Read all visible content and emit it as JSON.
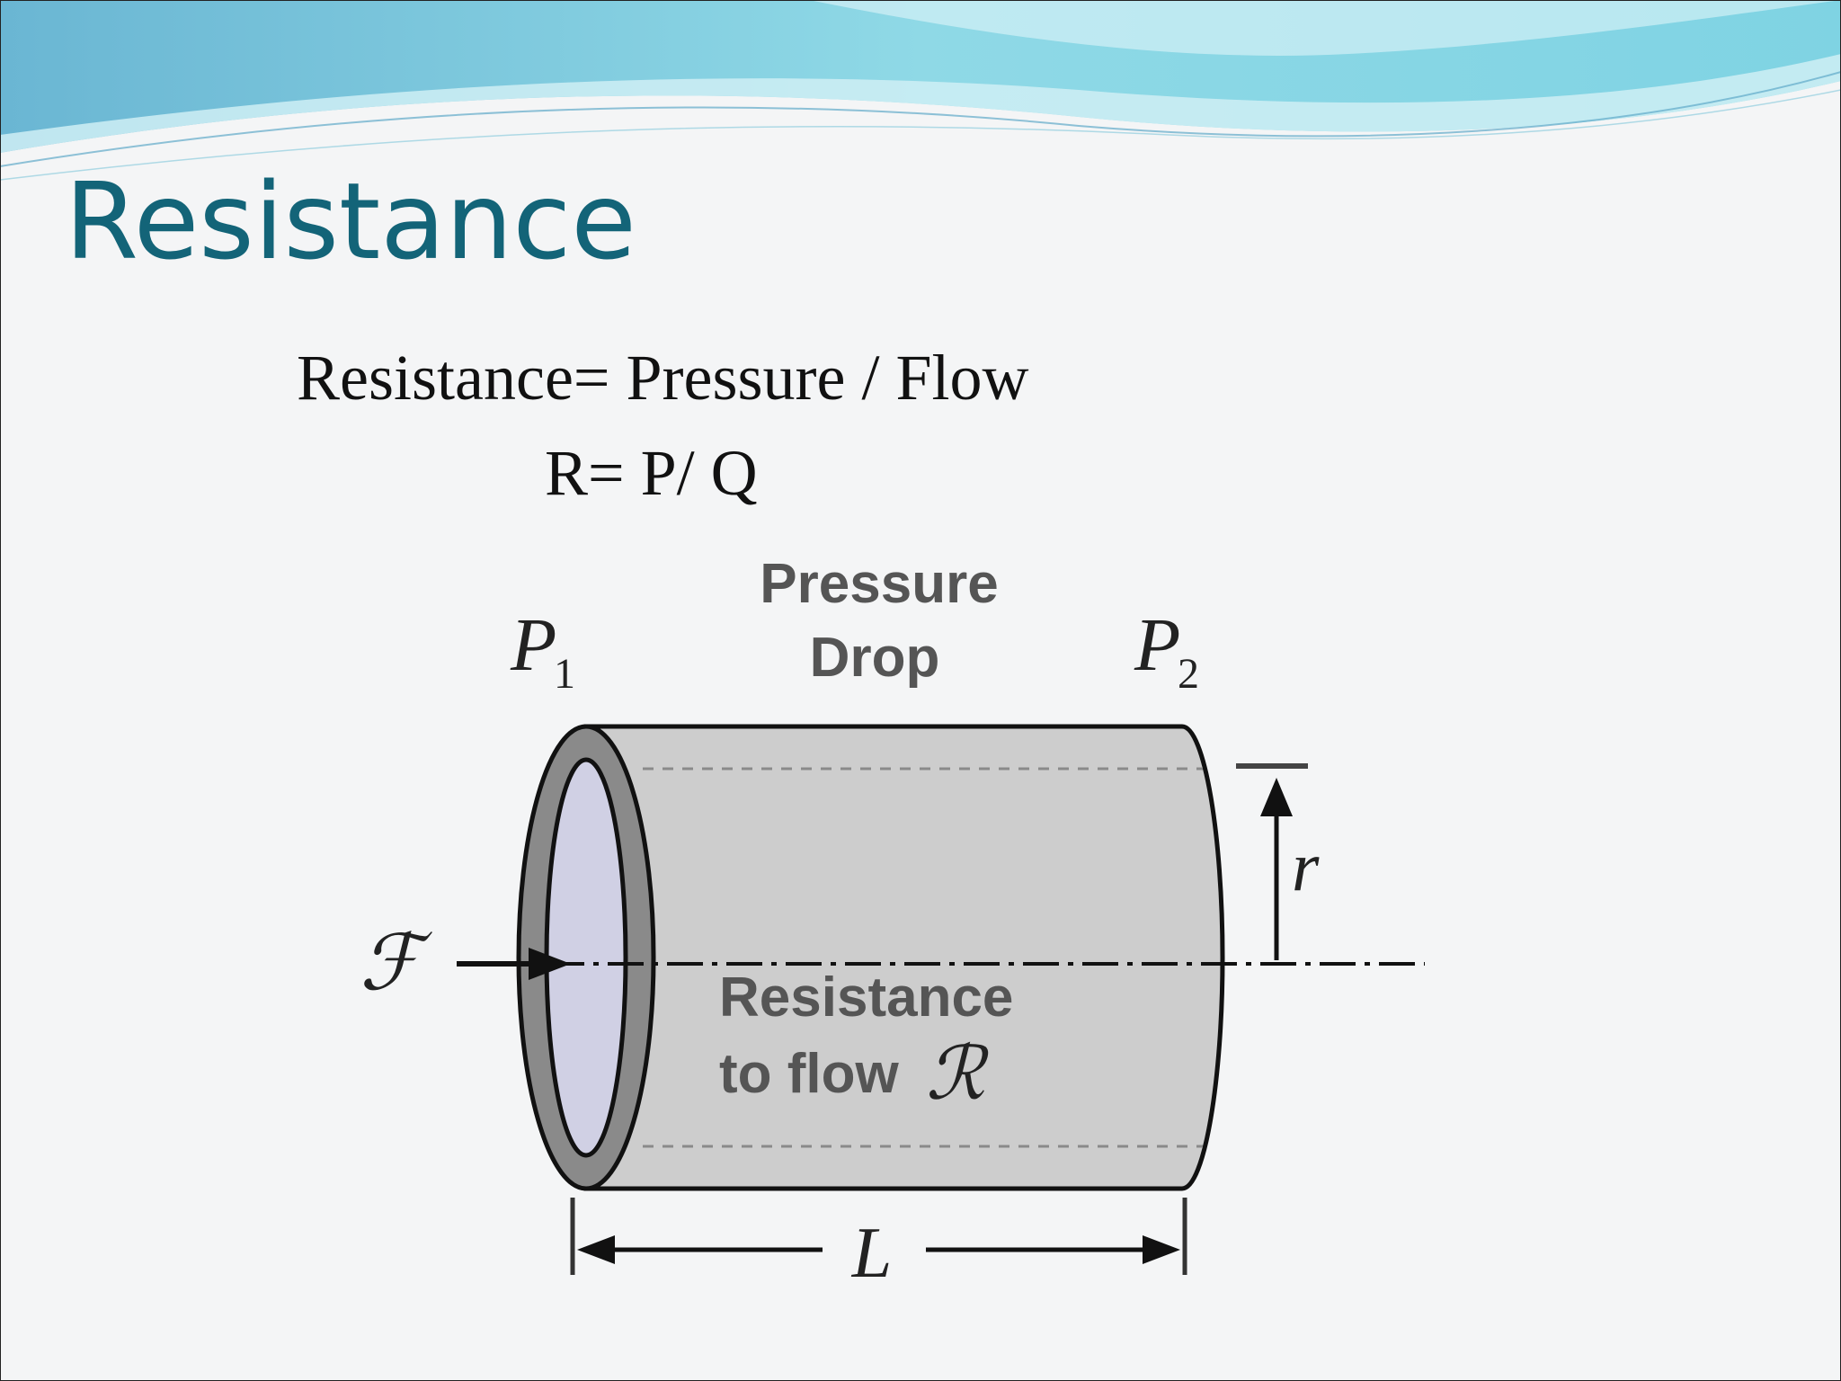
{
  "slide": {
    "title": "Resistance",
    "formula_words": "Resistance= Pressure / Flow",
    "formula_symbols": "R= P/ Q"
  },
  "diagram": {
    "pressure_label_line1": "Pressure",
    "pressure_label_line2": "Drop",
    "p1_symbol": "P",
    "p1_subscript": "1",
    "p2_symbol": "P",
    "p2_subscript": "2",
    "flow_symbol": "ℱ",
    "radius_symbol": "r",
    "resistance_label_line1": "Resistance",
    "resistance_label_line2": "to flow",
    "resistance_symbol": "ℛ",
    "length_symbol": "L"
  },
  "colors": {
    "title": "#136478",
    "header_wave_light": "#d7f1f6",
    "header_wave_mid": "#8fd9e6",
    "header_wave_dark": "#6ab6d3",
    "pipe_body": "#cdcdcd",
    "pipe_rim": "#8a8a8a",
    "pipe_interior": "#d0d0e4"
  }
}
